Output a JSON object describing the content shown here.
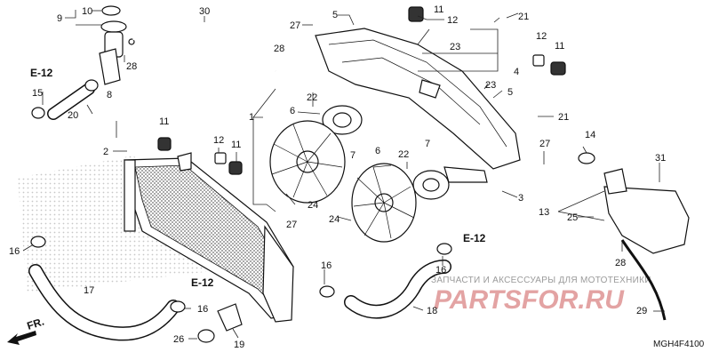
{
  "diagram": {
    "code": "MGH4F4100",
    "refs": {
      "e12": "E-12",
      "fr": "FR."
    },
    "watermark": {
      "top": "ЗАПЧАСТИ И АКСЕССУАРЫ ДЛЯ МОТОТЕХНИКИ",
      "brand": "PARTSFOR.RU"
    },
    "labels": {
      "l1": "1",
      "l2": "2",
      "l3": "3",
      "l4": "4",
      "l5a": "5",
      "l5b": "5",
      "l6a": "6",
      "l6b": "6",
      "l7a": "7",
      "l7b": "7",
      "l8": "8",
      "l9": "9",
      "l10": "10",
      "l11a": "11",
      "l11b": "11",
      "l11c": "11",
      "l11d": "11",
      "l12a": "12",
      "l12b": "12",
      "l12c": "12",
      "l13": "13",
      "l14": "14",
      "l15": "15",
      "l16a": "16",
      "l16b": "16",
      "l16c": "16",
      "l16d": "16",
      "l17": "17",
      "l18": "18",
      "l19": "19",
      "l20": "20",
      "l21a": "21",
      "l21b": "21",
      "l22a": "22",
      "l22b": "22",
      "l23a": "23",
      "l23b": "23",
      "l24a": "24",
      "l24b": "24",
      "l25": "25",
      "l26": "26",
      "l27a": "27",
      "l27b": "27",
      "l27c": "27",
      "l28a": "28",
      "l28b": "28",
      "l28c": "28",
      "l29": "29",
      "l30": "30",
      "l31": "31"
    }
  }
}
